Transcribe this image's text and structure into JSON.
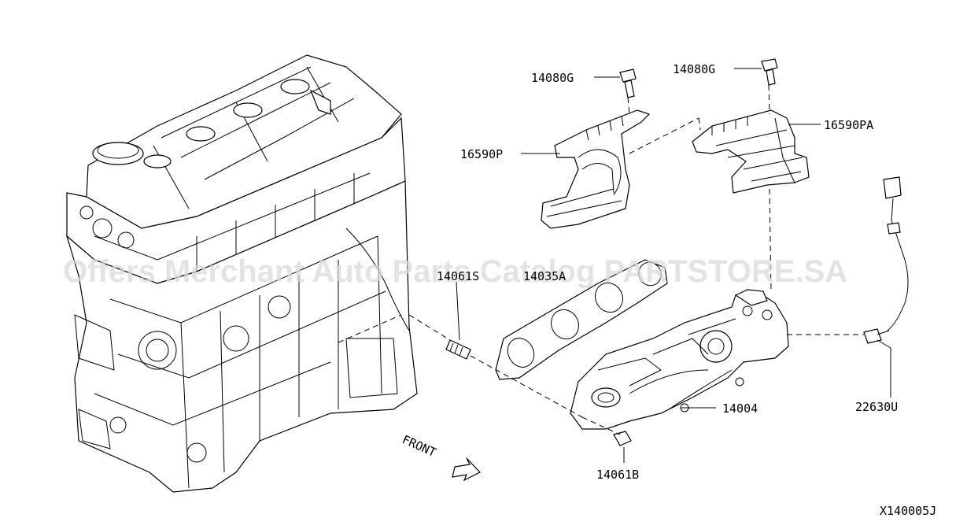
{
  "watermark": "Offers Merchant Auto Parts Catalog PARTSTORE.SA",
  "diagram_id": "X140005J",
  "front_label": "FRONT",
  "labels": {
    "bolt_left": "14080G",
    "bolt_right": "14080G",
    "heat_shield_upper": "16590P",
    "heat_shield_right": "16590PA",
    "stud": "14061S",
    "gasket": "14035A",
    "manifold": "14004",
    "nut": "14061B",
    "oxygen_sensor": "22630U"
  }
}
